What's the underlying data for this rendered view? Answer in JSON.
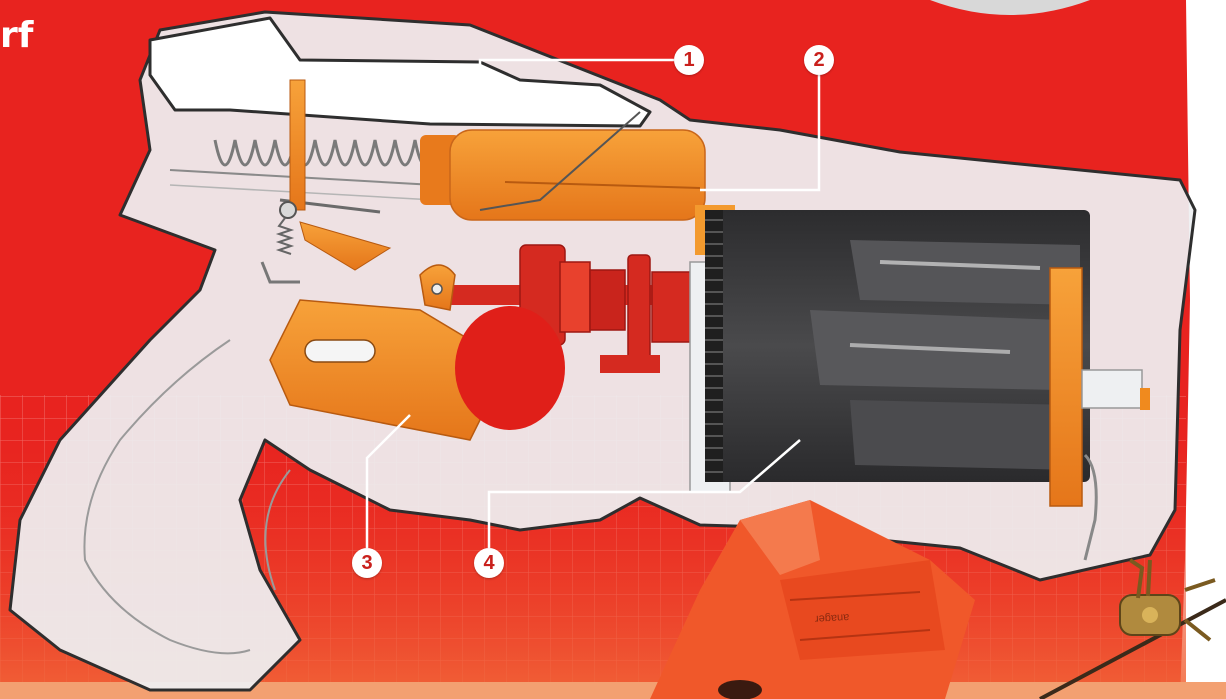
{
  "heading_fragment": "rf",
  "callouts": [
    {
      "label": "1"
    },
    {
      "label": "2"
    },
    {
      "label": "3"
    },
    {
      "label": "4"
    }
  ],
  "cover_text": "anager",
  "colors": {
    "background": "#e8231f",
    "shell": "#eef0f2",
    "orange_parts": "#f08a1e",
    "red_parts": "#d52a20",
    "drum": "#3b3b3d",
    "callout_text": "#c9201c"
  }
}
